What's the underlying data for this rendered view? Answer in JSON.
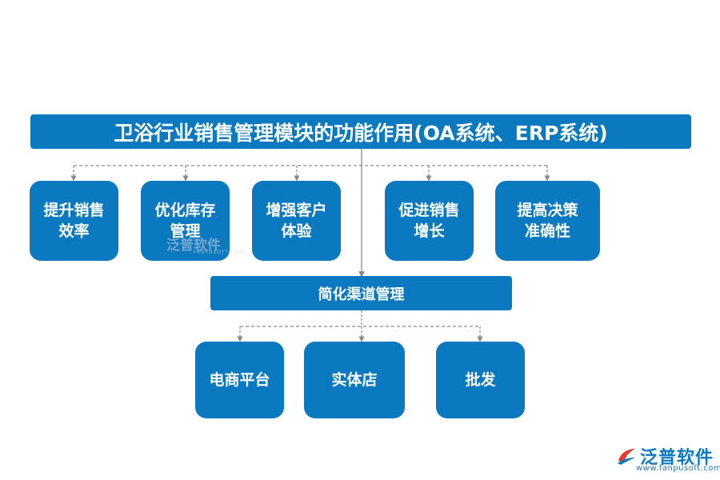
{
  "title": "卫浴行业销售管理模块的功能作用(OA系统、ERP系统)",
  "functions": [
    {
      "label": "提升销售\n效率"
    },
    {
      "label": "优化库存\n管理"
    },
    {
      "label": "增强客户\n体验"
    },
    {
      "label": "促进销售\n增长"
    },
    {
      "label": "提高决策\n准确性"
    }
  ],
  "channel": {
    "label": "简化渠道管理",
    "children": [
      {
        "label": "电商平台"
      },
      {
        "label": "实体店"
      },
      {
        "label": "批发"
      }
    ]
  },
  "watermark": {
    "text": "泛普软件",
    "sub": "FANPUSOFT.COM"
  },
  "brand": {
    "name": "泛普软件",
    "url": "www.fanpusoft.com",
    "color": "#0b79c0"
  },
  "colors": {
    "node": "#0b79c0",
    "connector": "#8a8a8a"
  }
}
